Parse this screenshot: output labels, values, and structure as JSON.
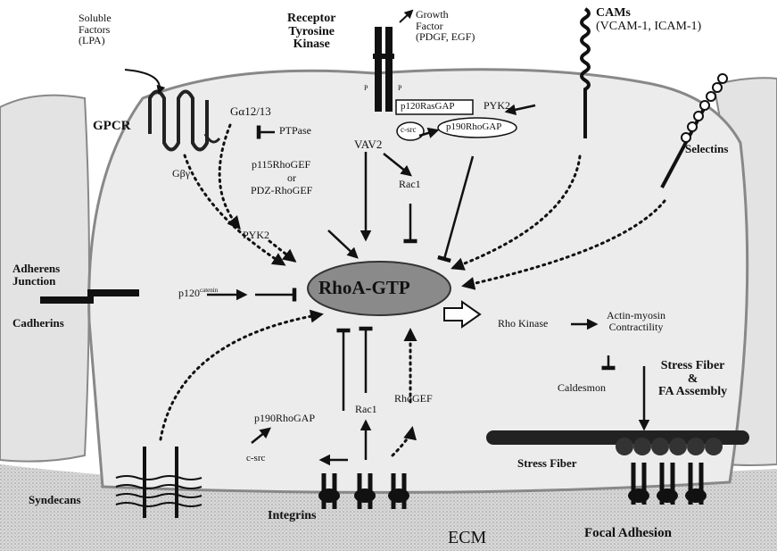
{
  "labels": {
    "soluble_factors": [
      "Soluble",
      "Factors",
      "(LPA)"
    ],
    "gpcr": "GPCR",
    "galpha": "Gα12/13",
    "gbg": "Gβγ",
    "ptpase": "PTPase",
    "p115": "p115RhoGEF",
    "or": "or",
    "pdz": "PDZ-RhoGEF",
    "pyk2_left": "PYK2",
    "receptor": [
      "Receptor",
      "Tyrosine",
      "Kinase"
    ],
    "growth_factor": [
      "Growth",
      "Factor",
      "(PDGF, EGF)"
    ],
    "p_mark": "P",
    "p120rasgap": "p120RasGAP",
    "pyk2_right": "PYK2",
    "csrc_top": "c-src",
    "p190_top": "p190RhoGAP",
    "vav2": "VAV2",
    "rac1_top": "Rac1",
    "cams": [
      "CAMs",
      "(VCAM-1, ICAM-1)"
    ],
    "selectins": "Selectins",
    "adherens": [
      "Adherens",
      "Junction"
    ],
    "cadherins": "Cadherins",
    "p120catenin": "p120",
    "catenin_sup": "catenin",
    "rhoa": "RhoA-GTP",
    "rho_kinase": "Rho Kinase",
    "actin": [
      "Actin-myosin",
      "Contractility"
    ],
    "caldesmon": "Caldesmon",
    "stress_assembly": [
      "Stress Fiber",
      "&",
      "FA Assembly"
    ],
    "stress_fiber": "Stress Fiber",
    "p190_bottom": "p190RhoGAP",
    "csrc_bottom": "c-src",
    "rac1_bottom": "Rac1",
    "rhogef": "RhoGEF",
    "syndecans": "Syndecans",
    "integrins": "Integrins",
    "ecm": "ECM",
    "focal_adhesion": "Focal Adhesion"
  }
}
